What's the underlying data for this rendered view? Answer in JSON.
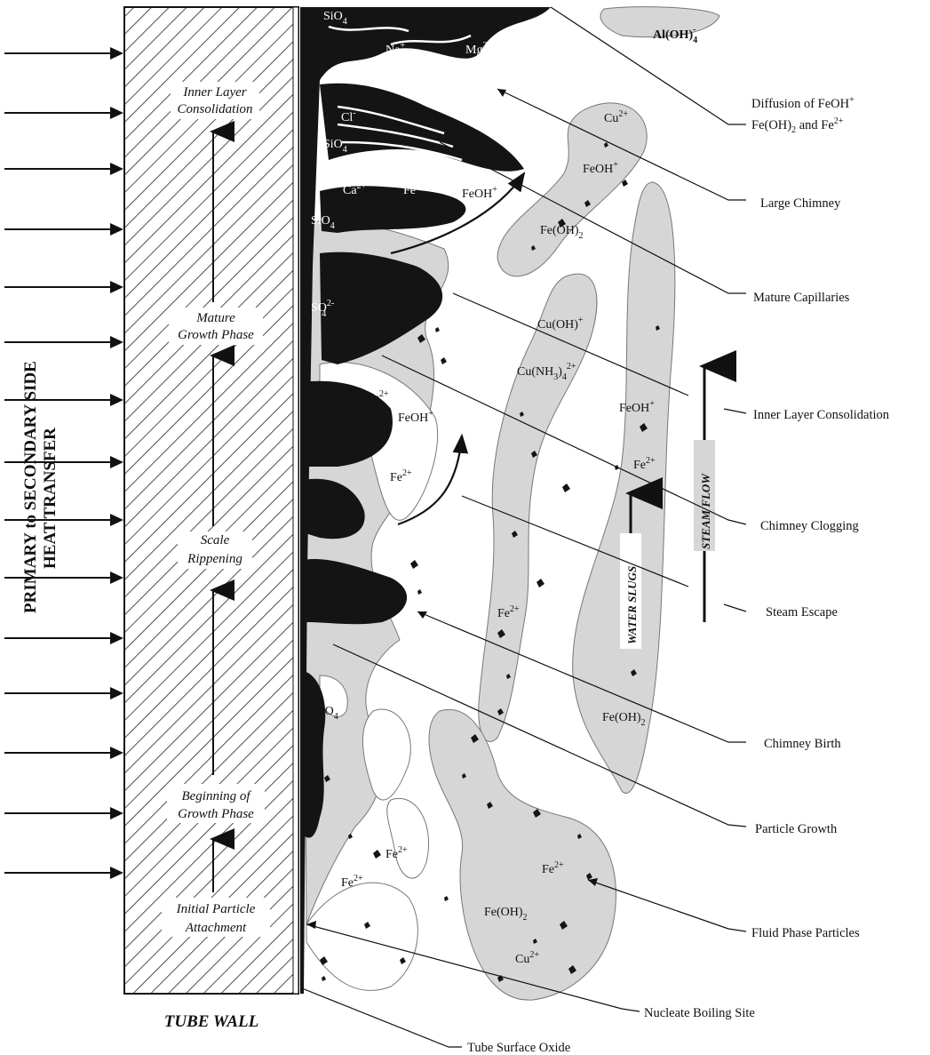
{
  "side_label": {
    "line1": "PRIMARY to SECONDARY SIDE",
    "line2": "HEAT TRANSFER"
  },
  "tube_wall_label": "TUBE WALL",
  "phases": {
    "inner_layer_consolidation": [
      "Inner Layer",
      "Consolidation"
    ],
    "mature_growth": [
      "Mature",
      "Growth Phase"
    ],
    "scale_rippening": [
      "Scale",
      "Rippening"
    ],
    "beginning_growth": [
      "Beginning of",
      "Growth Phase"
    ],
    "initial_attachment": [
      "Initial Particle",
      "Attachment"
    ]
  },
  "callouts": {
    "diffusion": {
      "prefix": "Diffusion of ",
      "ion1": "FeOH",
      "ion1_sup": "+",
      "ion2": "Fe(OH)",
      "ion2_sub": "2",
      "mid": " and ",
      "ion3": "Fe",
      "ion3_sup": "2+"
    },
    "large_chimney": "Large Chimney",
    "mature_capillaries": "Mature Capillaries",
    "inner_layer_consolidation": "Inner Layer Consolidation",
    "chimney_clogging": "Chimney Clogging",
    "steam_escape": "Steam Escape",
    "chimney_birth": "Chimney Birth",
    "particle_growth": "Particle Growth",
    "fluid_phase_particles": "Fluid Phase Particles",
    "nucleate_boiling_site": "Nucleate Boiling Site",
    "tube_surface_oxide": "Tube Surface Oxide"
  },
  "flow_labels": {
    "steam_flow": "STEAM FLOW",
    "water_slugs": "WATER SLUGS"
  },
  "species": {
    "al_oh4": {
      "base": "Al(OH)",
      "sub": "4",
      "sup": "-"
    },
    "sio4": {
      "base": "SiO",
      "sub": "4"
    },
    "na": {
      "base": "Na",
      "sup": "+"
    },
    "mg": {
      "base": "Mg",
      "sup": "2+"
    },
    "cl": {
      "base": "Cl",
      "sup": "-"
    },
    "ca": {
      "base": "Ca",
      "sup": "2+"
    },
    "fe2": {
      "base": "Fe",
      "sup": "2+"
    },
    "feoh": {
      "base": "FeOH",
      "sup": "+"
    },
    "feoh2": {
      "base": "Fe(OH)",
      "sub": "2"
    },
    "cu2": {
      "base": "Cu",
      "sup": "2+"
    },
    "cuoh": {
      "base": "Cu(OH)",
      "sup": "+"
    },
    "cunh3": {
      "base": "Cu(NH",
      "sub1": "3",
      "mid": ")",
      "sub2": "4",
      "sup": "2+"
    },
    "so4": {
      "base": "SO",
      "sub": "4",
      "sup": "2-"
    }
  },
  "colors": {
    "ink": "#111111",
    "gray_fluid": "#d6d6d6",
    "scale_dark": "#141414"
  }
}
